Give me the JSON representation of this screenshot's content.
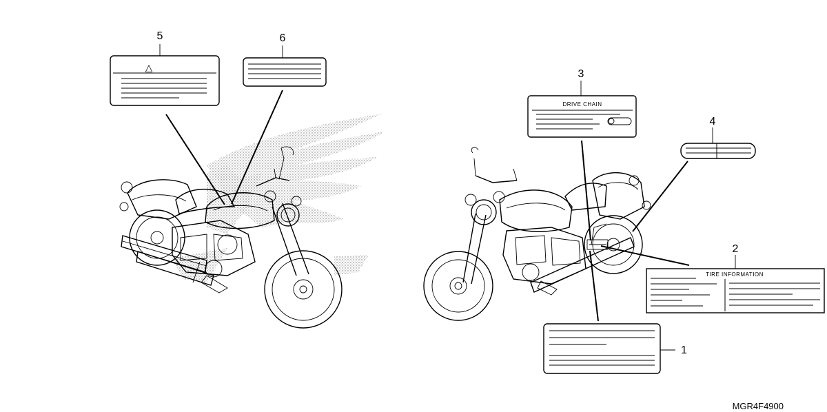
{
  "callouts": [
    {
      "id": "1",
      "label": "1"
    },
    {
      "id": "2",
      "label": "2"
    },
    {
      "id": "3",
      "label": "3"
    },
    {
      "id": "4",
      "label": "4"
    },
    {
      "id": "5",
      "label": "5"
    },
    {
      "id": "6",
      "label": "6"
    }
  ],
  "labels": {
    "drive_chain_text": "DRIVE CHAIN",
    "tire_info_text": "TIRE INFORMATION",
    "warning_symbol": "△"
  },
  "diagram_code": "MGR4F4900"
}
